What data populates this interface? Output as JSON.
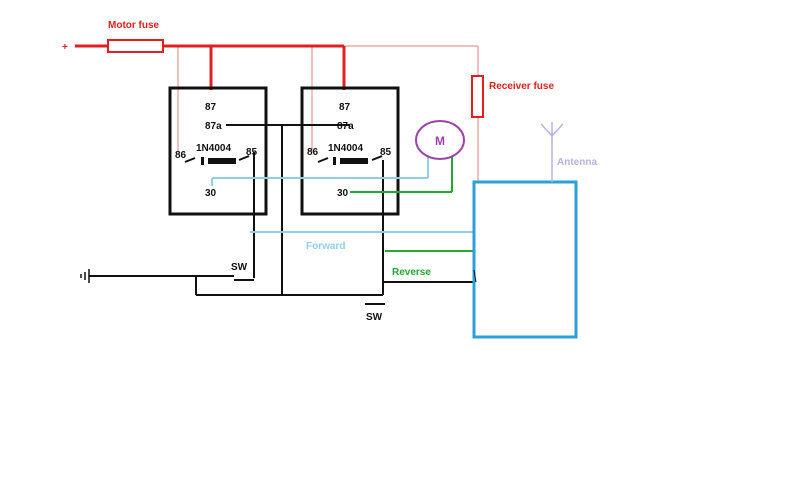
{
  "labels": {
    "motor_fuse": "Motor fuse",
    "receiver_fuse": "Receiver fuse",
    "plus": "+",
    "antenna": "Antenna",
    "motor": "M",
    "forward": "Forward",
    "reverse": "Reverse",
    "sw_left": "SW",
    "sw_bottom": "SW"
  },
  "relay1": {
    "pin87": "87",
    "pin87a": "87a",
    "pin86": "86",
    "pin85": "85",
    "pin30": "30",
    "diode": "1N4004"
  },
  "relay2": {
    "pin87": "87",
    "pin87a": "87a",
    "pin86": "86",
    "pin85": "85",
    "pin30": "30",
    "diode": "1N4004"
  },
  "colors": {
    "power": "#e02020",
    "wire": "#111111",
    "forward": "#8fd0e8",
    "reverse": "#22aa33",
    "motor": "#a040b0",
    "receiver": "#2aa0d8",
    "antenna": "#b8b0e0",
    "receiver_feed": "#e08080"
  }
}
